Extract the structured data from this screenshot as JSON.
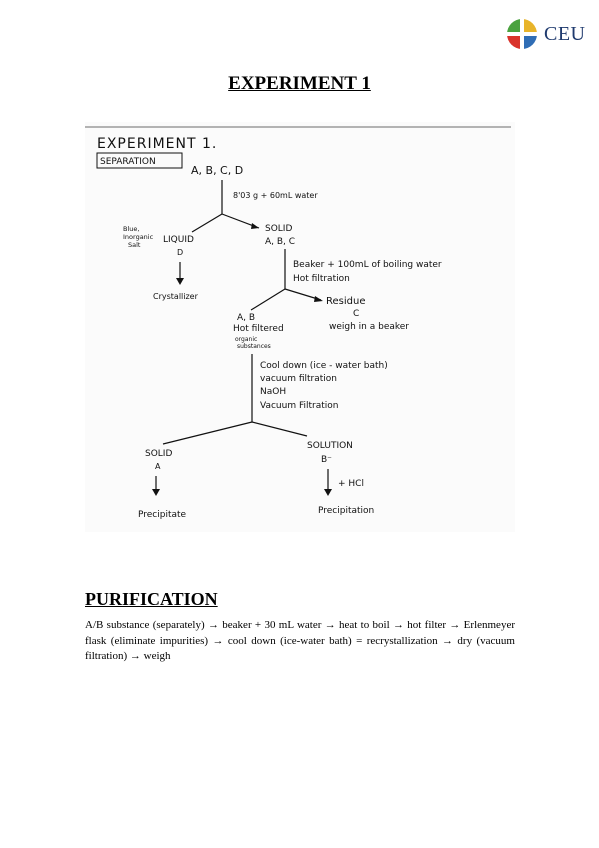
{
  "header": {
    "logo_text": "CEU",
    "logo_colors": [
      "#e8b42a",
      "#2f6db5",
      "#d9332b",
      "#4aa23f"
    ]
  },
  "document": {
    "title": "EXPERIMENT 1"
  },
  "sketch": {
    "heading": "EXPERIMENT 1.",
    "separation_box": "SEPARATION",
    "start": "A, B, C, D",
    "step1": "8'03 g + 60mL water",
    "liquid_note_line1": "Blue,",
    "liquid_note_line2": "Inorganic",
    "liquid_note_line3": "Salt",
    "liquid": "LIQUID",
    "liquid_id": "D",
    "liquid_result": "Crystallizer",
    "solid1": "SOLID",
    "solid1_ids": "A, B, C",
    "step2_line1": "Beaker + 100mL of boiling water",
    "step2_line2": "Hot filtration",
    "residue": "Residue",
    "residue_id": "C",
    "residue_note": "weigh in a beaker",
    "ab": "A, B",
    "ab_note": "Hot filtered",
    "ab_sub_line1": "organic",
    "ab_sub_line2": "substances",
    "step3_line1": "Cool down (ice - water bath)",
    "step3_line2": "vacuum filtration",
    "step3_line3": "NaOH",
    "step3_line4": "Vacuum Filtration",
    "solid2": "SOLID",
    "solid2_id": "A",
    "solid2_result": "Precipitate",
    "solution": "SOLUTION",
    "solution_id": "B⁻",
    "solution_reagent": "+ HCl",
    "solution_result": "Precipitation"
  },
  "purification": {
    "title": "PURIFICATION",
    "text": "A/B substance (separately) → beaker + 30 mL water → heat to boil → hot filter → Erlenmeyer flask (eliminate impurities) → cool down (ice-water bath) = recrystallization → dry (vacuum filtration) → weigh"
  }
}
